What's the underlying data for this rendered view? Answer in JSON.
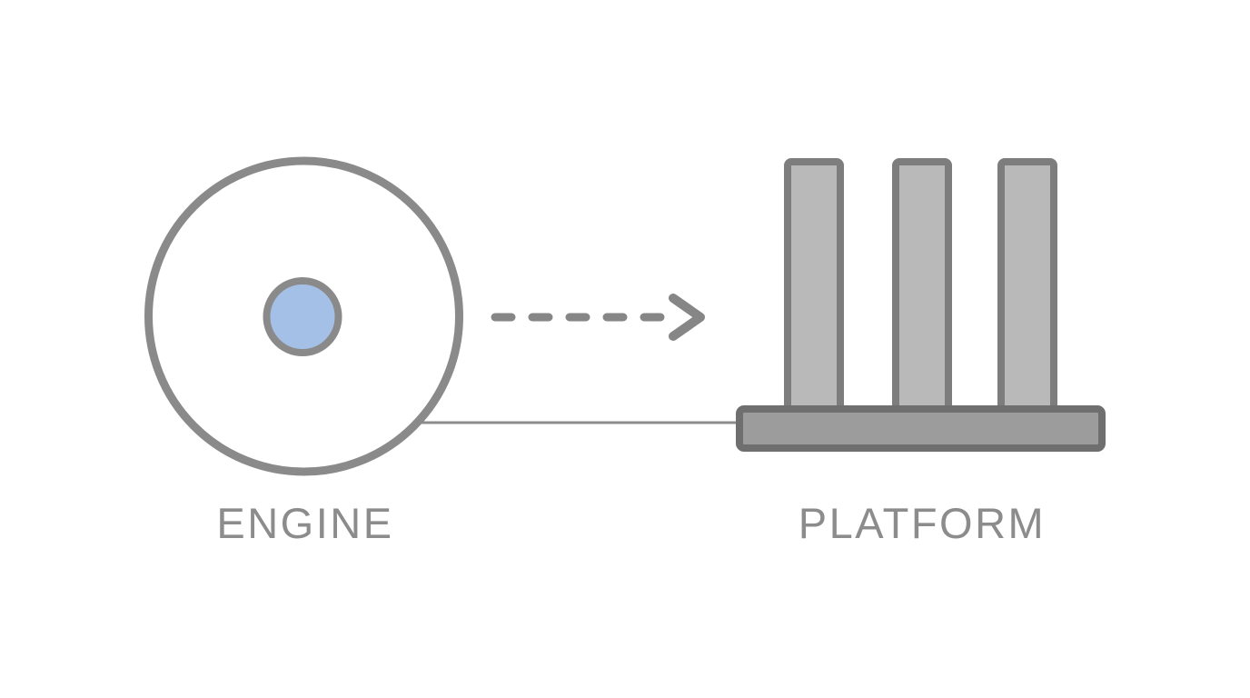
{
  "page": {
    "background": "#ffffff"
  },
  "diagram": {
    "label_color": "#8c8c8c",
    "engine": {
      "label": "ENGINE",
      "outline_color": "#8a8a8a",
      "body_fill": "#ffffff",
      "core_fill": "#a5c0e6",
      "core_stroke": "#8a8a8a"
    },
    "arrow": {
      "color": "#868686",
      "direction": "right",
      "style": "dashed"
    },
    "connector": {
      "color": "#8c8c8c"
    },
    "platform": {
      "label": "PLATFORM",
      "bar_count": 3,
      "bar_fill": "#b9b9b9",
      "bar_stroke": "#7d7d7d",
      "base_fill": "#9c9c9c",
      "base_stroke": "#6f6f6f"
    }
  }
}
